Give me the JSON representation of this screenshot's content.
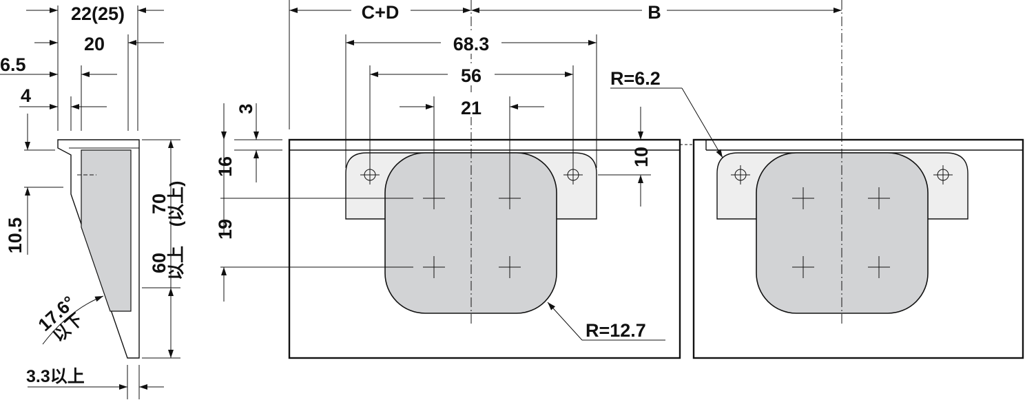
{
  "colors": {
    "line": "#111111",
    "pad_fill": "#d2d3d5",
    "bracket_fill": "#eeeeee",
    "panel_fill": "#ffffff"
  },
  "labels": {
    "d_22_25": "22(25)",
    "d_20": "20",
    "d_6_5": "6.5",
    "d_4": "4",
    "d_10_5": "10.5",
    "d_70": "70",
    "d_70_suffix": "(以上)",
    "d_60": "60",
    "d_60_suffix": "以上",
    "d_angle": "17.6°",
    "d_angle_suffix": "以下",
    "d_3_3": "3.3以上",
    "d_3": "3",
    "d_16": "16",
    "d_19": "19",
    "d_cd": "C+D",
    "d_b": "B",
    "d_68_3": "68.3",
    "d_56": "56",
    "d_21": "21",
    "d_10": "10",
    "d_r62": "R=6.2",
    "d_r127": "R=12.7"
  }
}
